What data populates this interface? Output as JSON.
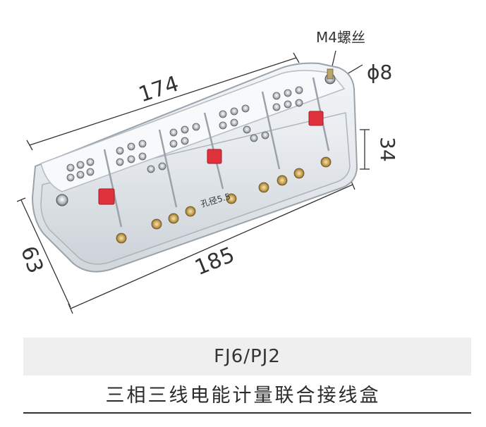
{
  "dimensions": {
    "top_length": "174",
    "bottom_length": "185",
    "height": "34",
    "depth": "63",
    "hole_diameter": "ϕ8",
    "screw_label": "M4螺丝",
    "hole_label": "孔径5.5"
  },
  "product": {
    "model": "FJ6/PJ2",
    "name": "三相三线电能计量联合接线盒"
  },
  "colors": {
    "accent_red": "#e0323c",
    "dimension_line": "#333333",
    "band": "#efefef"
  }
}
